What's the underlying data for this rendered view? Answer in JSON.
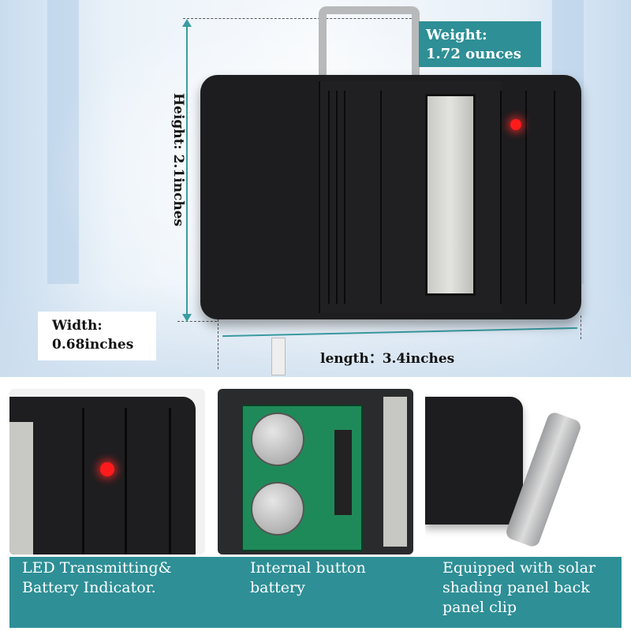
{
  "dimensions": {
    "weight_line1": "Weight:",
    "weight_line2": "1.72 ounces",
    "height": "Height: 2.1inches",
    "width_line1": "Width:",
    "width_line2": "0.68inches",
    "length": "length：3.4inches"
  },
  "captions": [
    {
      "line1": "LED Transmitting&",
      "line2": "Battery Indicator.",
      "line3": ""
    },
    {
      "line1": "Internal button",
      "line2": "battery",
      "line3": ""
    },
    {
      "line1": "Equipped with solar",
      "line2": "shading panel back",
      "line3": "panel clip"
    }
  ],
  "colors": {
    "accent": "#2e8f96",
    "device": "#1d1d1f",
    "led": "#ff1b1b"
  }
}
